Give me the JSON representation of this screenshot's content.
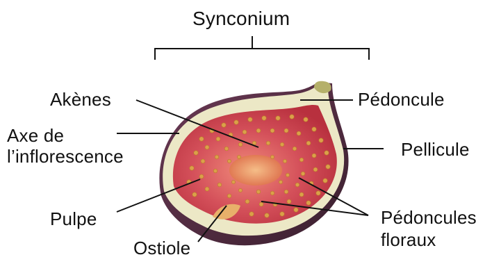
{
  "title": "Synconium",
  "labels": {
    "akenes": "Akènes",
    "axe_line1": "Axe de",
    "axe_line2": "l’inflorescence",
    "pulpe": "Pulpe",
    "ostiole": "Ostiole",
    "pedoncule": "Pédoncule",
    "pellicule": "Pellicule",
    "pedoncules_line1": "Pédoncules",
    "pedoncules_line2": "floraux"
  },
  "colors": {
    "skin_dark": "#4a2a3c",
    "pellicule": "#e8e4c4",
    "pulp_red": "#c8414a",
    "pulp_light": "#e06a6c",
    "seed": "#d99a3c",
    "stem": "#b9b46a",
    "line": "#111111"
  }
}
